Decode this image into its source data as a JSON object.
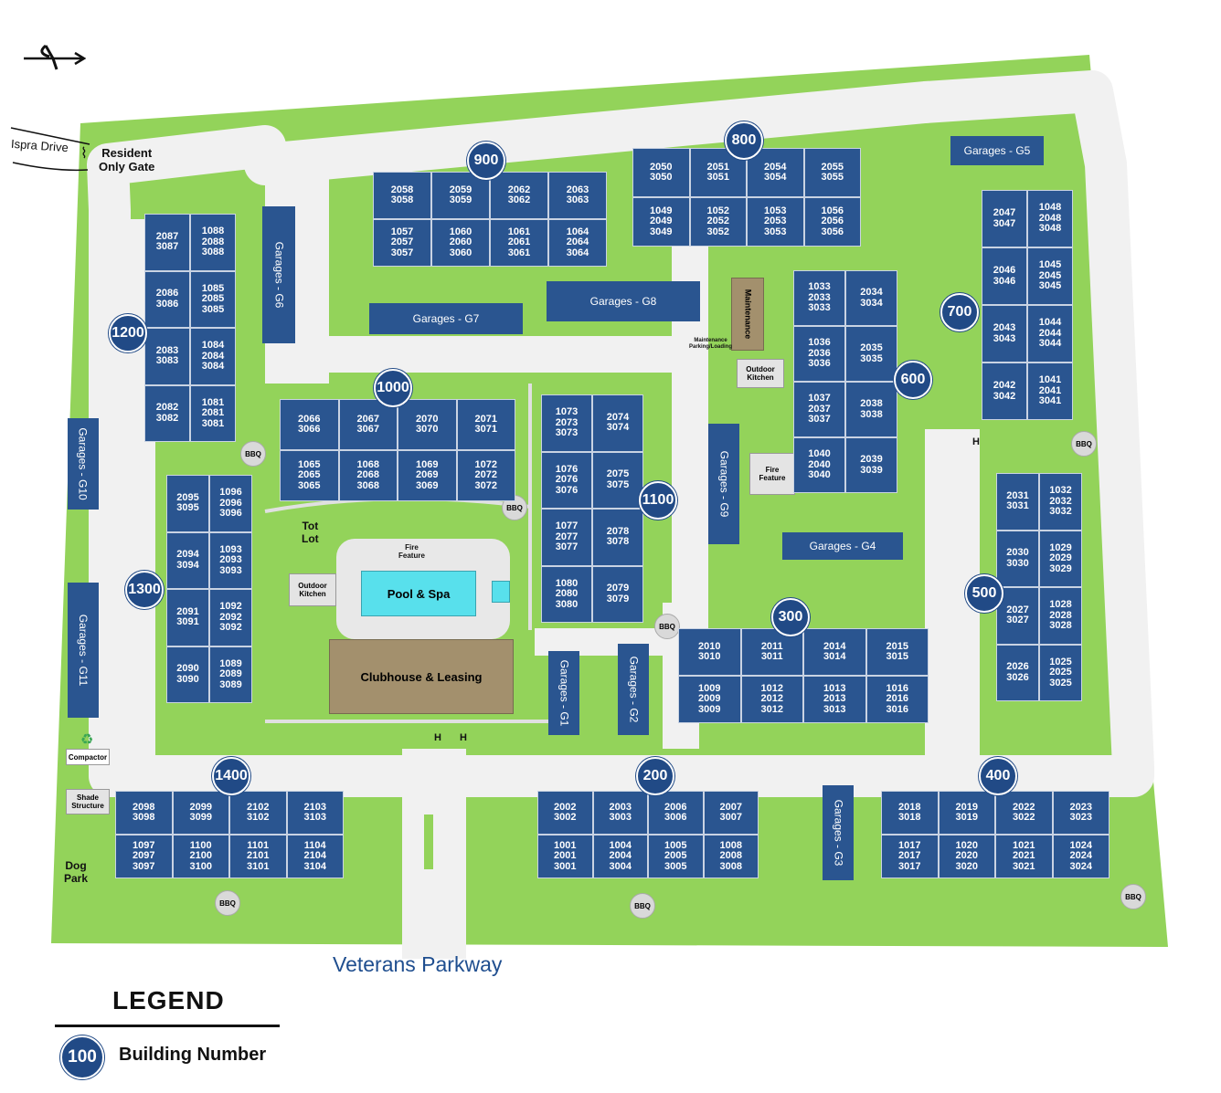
{
  "colors": {
    "grass": "#93d35a",
    "pavement": "#f1f1f1",
    "building": "#2a5590",
    "badge": "#214a86",
    "pool": "#58e0ec",
    "clubhouse": "#a3906d"
  },
  "compass": {
    "icon": "north-arrow-icon"
  },
  "legend": {
    "title": "LEGEND",
    "badge": "100",
    "label": "Building Number"
  },
  "streets": {
    "ispra": "Ispra Drive",
    "veterans": "Veterans Parkway"
  },
  "gate": "Resident\nOnly Gate",
  "amenities": {
    "pool": "Pool & Spa",
    "clubhouse": "Clubhouse & Leasing",
    "tot_lot": "Tot\nLot",
    "fire_feature_1": "Fire\nFeature",
    "fire_feature_2": "Fire\nFeature",
    "outdoor_kitchen_1": "Outdoor\nKitchen",
    "outdoor_kitchen_2": "Outdoor\nKitchen",
    "maintenance": "Maintenance",
    "maintenance_parking": "Maintenance\nParking/Loading",
    "compactor": "Compactor",
    "shade": "Shade\nStructure",
    "dog_park": "Dog\nPark",
    "bbq": "BBQ",
    "h": "H"
  },
  "garages": [
    "Garages - G1",
    "Garages - G2",
    "Garages - G3",
    "Garages - G4",
    "Garages - G5",
    "Garages - G6",
    "Garages - G7",
    "Garages - G8",
    "Garages - G9",
    "Garages - G10",
    "Garages - G11"
  ],
  "buildings": [
    {
      "number": "200",
      "units": [
        "2002\n3002",
        "2003\n3003",
        "2006\n3006",
        "2007\n3007",
        "1001\n2001\n3001",
        "1004\n2004\n3004",
        "1005\n2005\n3005",
        "1008\n2008\n3008"
      ]
    },
    {
      "number": "300",
      "units": [
        "2010\n3010",
        "2011\n3011",
        "2014\n3014",
        "2015\n3015",
        "1009\n2009\n3009",
        "1012\n2012\n3012",
        "1013\n2013\n3013",
        "1016\n2016\n3016"
      ]
    },
    {
      "number": "400",
      "units": [
        "2018\n3018",
        "2019\n3019",
        "2022\n3022",
        "2023\n3023",
        "1017\n2017\n3017",
        "1020\n2020\n3020",
        "1021\n2021\n3021",
        "1024\n2024\n3024"
      ]
    },
    {
      "number": "500",
      "units": [
        "2031\n3031",
        "1032\n2032\n3032",
        "2030\n3030",
        "1029\n2029\n3029",
        "2027\n3027",
        "1028\n2028\n3028",
        "2026\n3026",
        "1025\n2025\n3025"
      ]
    },
    {
      "number": "600",
      "units": [
        "1033\n2033\n3033",
        "2034\n3034",
        "1036\n2036\n3036",
        "2035\n3035",
        "1037\n2037\n3037",
        "2038\n3038",
        "1040\n2040\n3040",
        "2039\n3039"
      ]
    },
    {
      "number": "700",
      "units": [
        "2047\n3047",
        "1048\n2048\n3048",
        "2046\n3046",
        "1045\n2045\n3045",
        "2043\n3043",
        "1044\n2044\n3044",
        "2042\n3042",
        "1041\n2041\n3041"
      ]
    },
    {
      "number": "800",
      "units": [
        "2050\n3050",
        "2051\n3051",
        "2054\n3054",
        "2055\n3055",
        "1049\n2049\n3049",
        "1052\n2052\n3052",
        "1053\n2053\n3053",
        "1056\n2056\n3056"
      ]
    },
    {
      "number": "900",
      "units": [
        "2058\n3058",
        "2059\n3059",
        "2062\n3062",
        "2063\n3063",
        "1057\n2057\n3057",
        "1060\n2060\n3060",
        "1061\n2061\n3061",
        "1064\n2064\n3064"
      ]
    },
    {
      "number": "1000",
      "units": [
        "2066\n3066",
        "2067\n3067",
        "2070\n3070",
        "2071\n3071",
        "1065\n2065\n3065",
        "1068\n2068\n3068",
        "1069\n2069\n3069",
        "1072\n2072\n3072"
      ]
    },
    {
      "number": "1100",
      "units": [
        "1073\n2073\n3073",
        "2074\n3074",
        "1076\n2076\n3076",
        "2075\n3075",
        "1077\n2077\n3077",
        "2078\n3078",
        "1080\n2080\n3080",
        "2079\n3079"
      ]
    },
    {
      "number": "1200",
      "units": [
        "2087\n3087",
        "1088\n2088\n3088",
        "2086\n3086",
        "1085\n2085\n3085",
        "2083\n3083",
        "1084\n2084\n3084",
        "2082\n3082",
        "1081\n2081\n3081"
      ]
    },
    {
      "number": "1300",
      "units": [
        "2095\n3095",
        "1096\n2096\n3096",
        "2094\n3094",
        "1093\n2093\n3093",
        "2091\n3091",
        "1092\n2092\n3092",
        "2090\n3090",
        "1089\n2089\n3089"
      ]
    },
    {
      "number": "1400",
      "units": [
        "2098\n3098",
        "2099\n3099",
        "2102\n3102",
        "2103\n3103",
        "1097\n2097\n3097",
        "1100\n2100\n3100",
        "1101\n2101\n3101",
        "1104\n2104\n3104"
      ]
    }
  ]
}
